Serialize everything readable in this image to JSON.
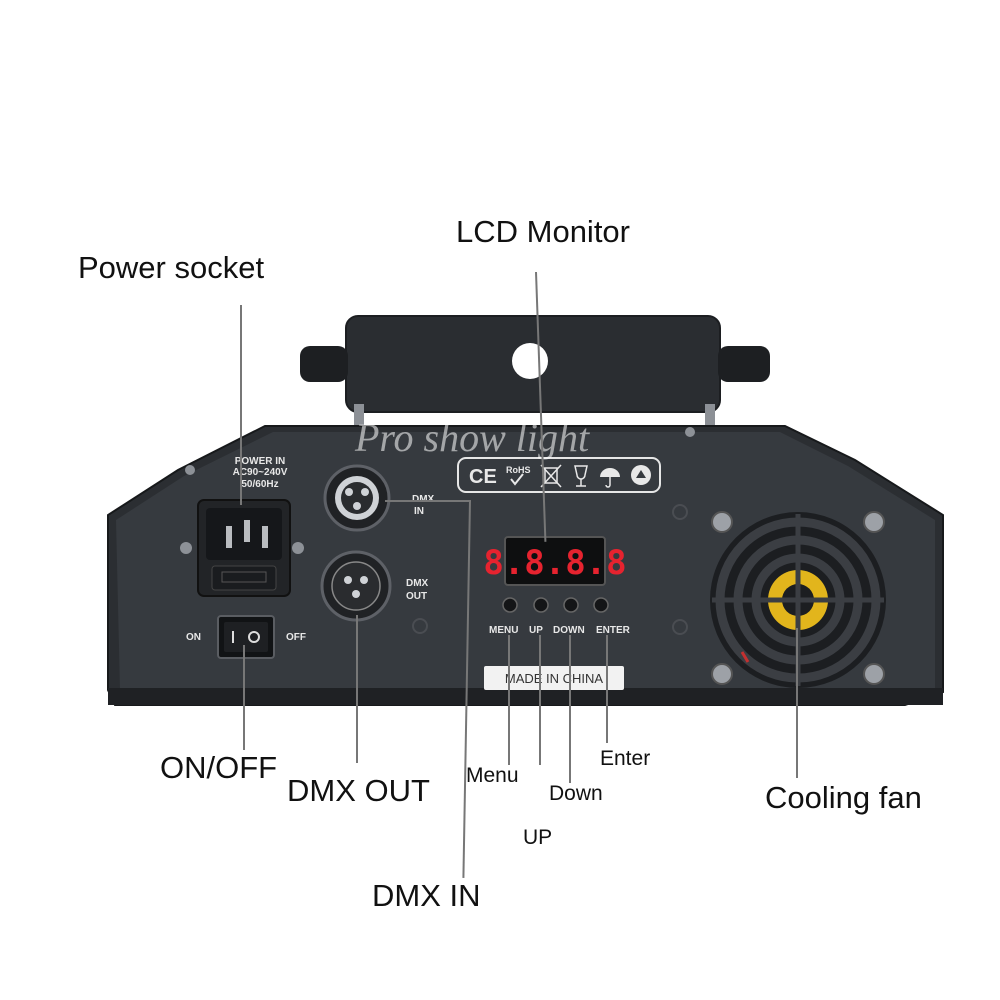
{
  "callouts": {
    "lcd_monitor": "LCD Monitor",
    "power_socket": "Power socket",
    "on_off": "ON/OFF",
    "dmx_out": "DMX OUT",
    "dmx_in": "DMX IN",
    "menu": "Menu",
    "up": "UP",
    "down": "Down",
    "enter": "Enter",
    "cooling_fan": "Cooling fan"
  },
  "panel": {
    "power_in_line1": "POWER IN",
    "power_in_line2": "AC90~240V",
    "power_in_line3": "50/60Hz",
    "on": "ON",
    "off": "OFF",
    "dmx_in_line1": "DMX",
    "dmx_in_line2": "IN",
    "dmx_out_line1": "DMX",
    "dmx_out_line2": "OUT",
    "lcd_value": "8.8.8.8",
    "btn_menu": "MENU",
    "btn_up": "UP",
    "btn_down": "DOWN",
    "btn_enter": "ENTER",
    "made_in": "MADE IN CHINA",
    "ce_mark": "CE",
    "rohs_mark": "RoHS",
    "watermark": "Pro show light"
  },
  "icons": [
    "ce-mark-icon",
    "rohs-icon",
    "weee-bin-icon",
    "fragile-glass-icon",
    "umbrella-icon",
    "recycle-icon",
    "power-socket-icon",
    "xlr-connector-icon",
    "cooling-fan-icon"
  ],
  "colors": {
    "body": "#2c2f33",
    "panel": "#33363b",
    "lcd_red": "#e6232f",
    "fan_label": "#e2b51c"
  }
}
